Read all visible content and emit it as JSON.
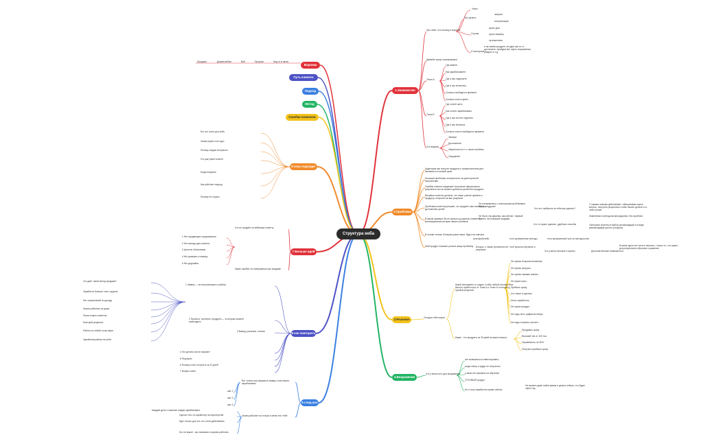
{
  "center": "Структура веба",
  "colors": {
    "red": "#e0323a",
    "orange": "#f08a2a",
    "yellow": "#f2c21a",
    "green": "#22b463",
    "blue": "#3a7fe0",
    "indigo": "#4c52c4",
    "purple": "#6a44c2",
    "teal": "#1ca79a",
    "rose": "#e34d6b"
  },
  "left_top": {
    "voronka": "Воронка",
    "voronka_items": [
      "Продажа",
      "Дожим вебом",
      "Веб",
      "Прогрев",
      "Лид от в чатах"
    ],
    "put_klienta": "Путь клиента",
    "podhod": "Подход",
    "metod": "Метод",
    "oshibki": "Ошибки новичков"
  },
  "b1": {
    "title": "1.Знакомство",
    "pro_sebya": "Про себя / кто почему в воронке",
    "pro_items": [
      "Успех",
      "Про деньги",
      "запуски",
      "консультация",
      "Случаи",
      "купил дом",
      "купил машину",
      "путешествия",
      "Я экспертом",
      "я на своём продукте сегодня как-то то достигаете, пройдем все через, возражения, убедить и т.д."
    ],
    "davayte": "Давайте сразу познакомимся",
    "tochka_a": "Точка А",
    "a_items": [
      "Где живете",
      "Как зарабатываете",
      "Где и как отдыхаете",
      "Где и как питаетесь",
      "Сколько свободного времени"
    ],
    "skolko": "Сколько хотите денег",
    "tochka_b": "Точка Б",
    "b_items": [
      "Где хотите жить",
      "Как хотите зарабатывать",
      "Где и как хотите отдыхать",
      "Где и как питаться",
      "Сколько хотите свободного времени"
    ],
    "chto_vidish": "Что видишь",
    "v_items": [
      "Эмоции",
      "Достижения",
      "Уверенность в т.ч. своих проблем",
      "Ощущения"
    ]
  },
  "b2": {
    "title": "2.Проблема",
    "items": [
      "Аудитория как получит продукты и профессионала для желаемого итоговой цели",
      "Большая проблема, которая есть на долгосрочной перспективе",
      "Ошибки клиента нарушают получение финансового результата, вы не можете добиться целей без продукта",
      "Впервые клиенты должны, что наше учение привело к продукту, получили за вас результат"
    ],
    "sub1": "Проблема клиентов решают, что продают нам помогут в достижении целей",
    "sub1a": "За сталкивались с некоторыми проблемами бабушки/друзей",
    "sub1b": "Что это требуется за тебя как сделать?",
    "sub1c": "С какими новыми действиями / обещаниями нужно менять, получить результаты чтобы начать делать что-либо лучше",
    "sub2": "В каком примере бы не прошло до данного момента, мотивационная история наших учеников",
    "sub2a": "Не было так дешевы, как сейчас / первый бизнес, без навыков продажи",
    "sub2b": "Что то нужно сделать, удобные способы",
    "sub2c": "Изменения в методологии/средствах, без проблем",
    "sub2d": "Успешные клиенты в выбор рекомендаций и в виде рекомендаций (цели и ресурсы)",
    "sub3": "В голове четкая, большая узкая ниша, будто на повторе",
    "sub3a": "успешный кейс",
    "sub3b": "есть проверенные методы",
    "sub3c": "есть проверенный путь по методологии",
    "sub4": "Мой продукт поможет решить вашу проблему",
    "sub4a": "Бонусы, с таким тренингом нет, чтоб прошли обучение и результат",
    "sub4b": "Что у меня сильные стороны",
    "sub4c": "Дополнительные возможности",
    "sub4d": "В моем курсе нет ничего лишнего, только то, что нужно для результатов обучения и развитие"
  },
  "b3": {
    "title": "3.Решение",
    "goal": "Сегодня тебе нужна",
    "main": "Какой инструмент я создал, чтобы любой человек смог быстро пройти путь от Точки А к Точке Б и получить нужный результат",
    "items": [
      "Не нужны большие вложения",
      "Не нужны ресурсы",
      "Не нужны никакие знания",
      "Не нужен опыт",
      "Прибыль сразу",
      "Что такое и сделать",
      "Легко заработать",
      "Не нужен продукт",
      "Не надо лить трафик вслепую",
      "Не надо сочинять контент"
    ],
    "sub": "Какие - это продукты за 30 дней которые помогут",
    "sub_items": [
      "Продаешь сразу",
      "Высокий чек от 100 тыс",
      "Окупаемость за 30%",
      "Получить прибыль сразу"
    ]
  },
  "b4": {
    "title": "4.Возражения",
    "goal": "Что у меня есть для возражения",
    "items": [
      "нет возможности инвестировать",
      "когда начну, а вдруг не получится",
      "у меня нет времени на обучение",
      "ТОТОВЫЙ продукт",
      "Но я хочу заработать прямо сейчас"
    ],
    "last_sub": "Не можете даже найти время и деньги сейчас, что будет через год"
  },
  "b5": {
    "title": "5 след.шаг",
    "a": "Вот только как оформить заявку и как начать зарабатывать",
    "steps": [
      "шаг 1",
      "шаг 2",
      "шаг 3"
    ],
    "b": "Зачем работает на только в меня этот тебе",
    "c": "Каждый день я помогаю людям зарабатывать",
    "c1": "Сделал тест по заработку на партнерстве",
    "d": "Курс только для тех, кто готов действовать",
    "e": "Кто не может - мы поможем и научим работать"
  },
  "b6": {
    "title": "6 как повторить",
    "items": [
      "1 Заявка — на консультацию и разбор",
      "2 Проекты, тренинги, продукты — в которые можете переходить",
      "3 Вывод, решение, оплата",
      "4 Что делать после покупки?",
      "5 Результат",
      "6 Почему стоит получить за 10 дней",
      "7 Вопрос-ответ"
    ],
    "left_items": [
      "Что даёт такой метод продажи?",
      "Заработок больше, чем с курсом",
      "Нет ограничений по доходу",
      "Можно работать из дома",
      "Поиск новых клиентов",
      "Быстрый результат",
      "Работа из любой точки мира",
      "Удалённая работа на себя"
    ]
  },
  "b7": {
    "title": "7 Больше идей",
    "a": "Что не продаёт на вебинаре клиенту",
    "a_items": [
      "1 Нет продающего предложения",
      "2 Нет выгоды для клиента",
      "3 Цена не обоснована",
      "4 Нет доверия к спикеру",
      "5 Нет дедлайна"
    ],
    "b": "Какие ошибки ты совершаешь при продаже"
  },
  "b8": {
    "title": "8 хочу подходит",
    "items": [
      "Кто это хочет для себя",
      "Зачем нужен этот курс",
      "Почему людям интересно",
      "Что уже умеет клиент",
      "Когда покупать",
      "Как работает подход",
      "Почему это нужно"
    ]
  }
}
